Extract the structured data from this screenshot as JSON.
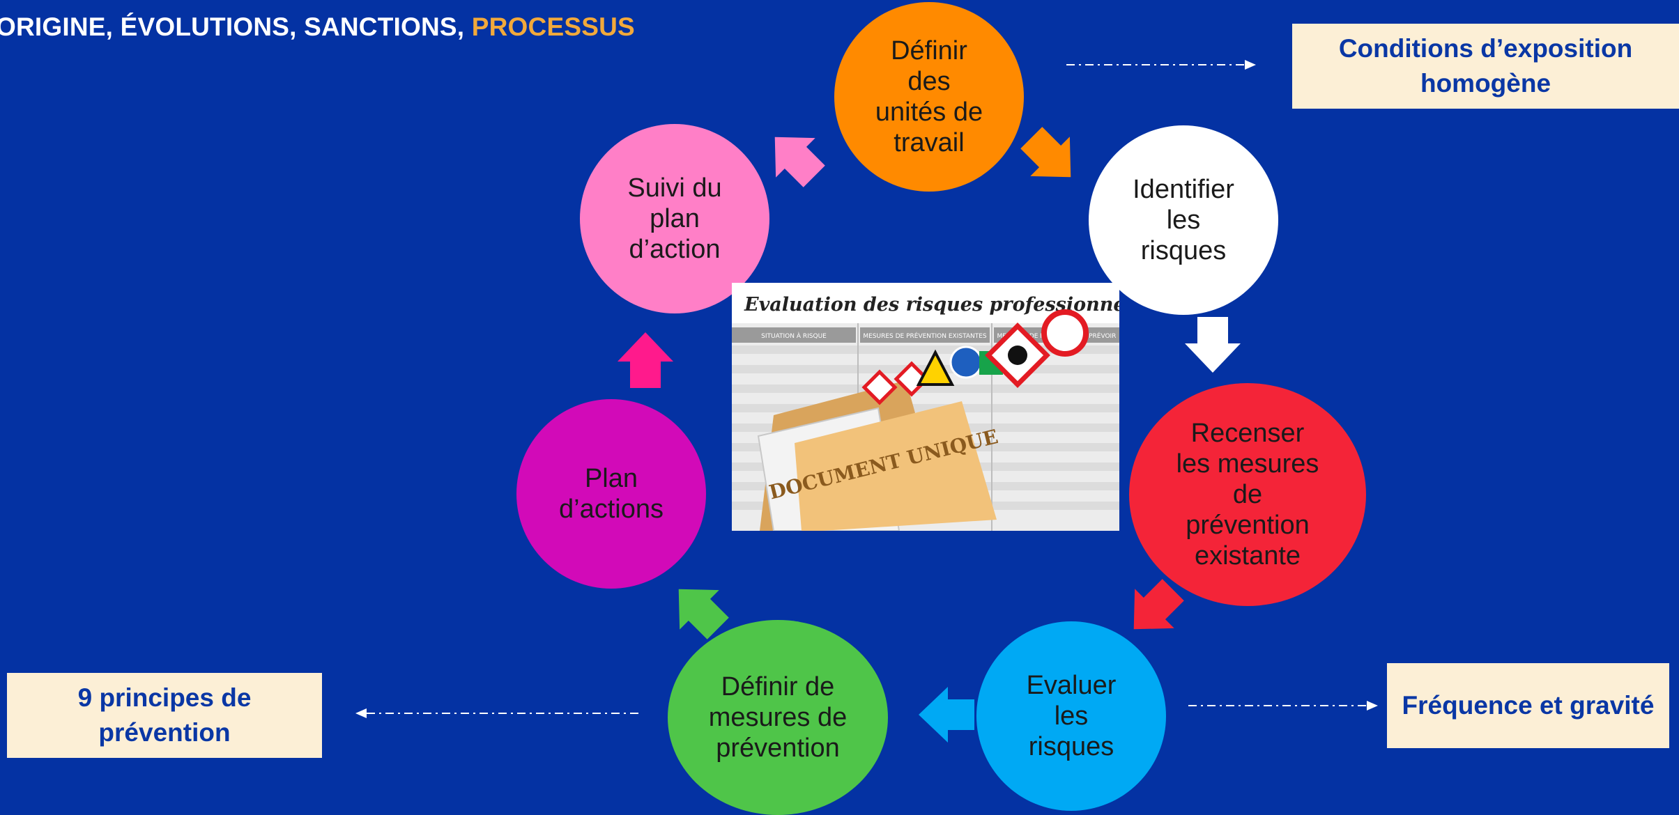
{
  "header": {
    "title_main": "ORIGINE, ÉVOLUTIONS, SANCTIONS,",
    "title_accent": "PROCESSUS",
    "accent_color": "#f2a93b"
  },
  "cycle": {
    "steps": [
      {
        "lines": [
          "Définir",
          "des",
          "unités de",
          "travail"
        ],
        "color": "#ff8a00",
        "text_color": "#1a1a1a"
      },
      {
        "lines": [
          "Identifier",
          "les",
          "risques"
        ],
        "color": "#ffffff",
        "text_color": "#1a1a1a"
      },
      {
        "lines": [
          "Recenser",
          "les mesures",
          "de",
          "prévention",
          "existante"
        ],
        "color": "#f42438",
        "text_color": "#1a1a1a"
      },
      {
        "lines": [
          "Evaluer",
          "les",
          "risques"
        ],
        "color": "#00a9f4",
        "text_color": "#1a1a1a"
      },
      {
        "lines": [
          "Définir de",
          "mesures de",
          "prévention"
        ],
        "color": "#4fc549",
        "text_color": "#1a1a1a"
      },
      {
        "lines": [
          "Plan",
          "d’actions"
        ],
        "color": "#d20ab8",
        "text_color": "#1a1a1a"
      },
      {
        "lines": [
          "Suivi du",
          "plan",
          "d’action"
        ],
        "color": "#ff7fc7",
        "text_color": "#1a1a1a"
      }
    ]
  },
  "notes": {
    "conditions": "Conditions d’exposition homogène",
    "frequence": "Fréquence et gravité",
    "principes": "9 principes de prévention"
  },
  "document_image": {
    "heading": "Evaluation des risques professionnels",
    "columns": [
      "SITUATION À RISQUE",
      "MESURES DE PRÉVENTION EXISTANTES",
      "MESURES DE PRÉVENTION À PRÉVOIR"
    ],
    "folder_label": "DOCUMENT UNIQUE"
  }
}
